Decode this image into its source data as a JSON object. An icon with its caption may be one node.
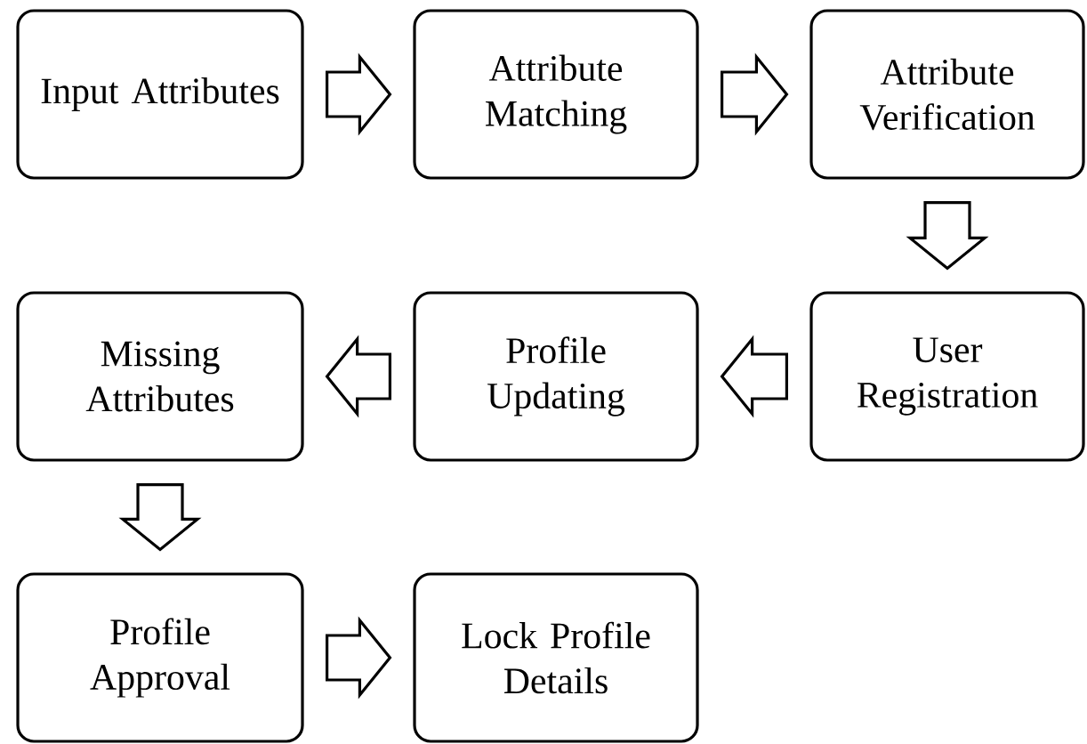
{
  "diagram": {
    "nodes": [
      {
        "text": [
          "Input Attributes"
        ]
      },
      {
        "text": [
          "Attribute Matching"
        ]
      },
      {
        "text": [
          "Attribute Verification"
        ]
      },
      {
        "text": [
          "Missing Attributes"
        ]
      },
      {
        "text": [
          "Profile Updating"
        ]
      },
      {
        "text": [
          "User Registration"
        ]
      },
      {
        "text": [
          "Profile Approval"
        ]
      },
      {
        "text": [
          "Lock Profile Details"
        ]
      }
    ],
    "edges": [
      {
        "from": 0,
        "to": 1,
        "arrow": "to"
      },
      {
        "from": 1,
        "to": 2,
        "arrow": "to"
      },
      {
        "from": 2,
        "to": 5,
        "arrow": "to"
      },
      {
        "from": 5,
        "to": 4,
        "arrow": "to"
      },
      {
        "from": 4,
        "to": 3,
        "arrow": "to"
      },
      {
        "from": 3,
        "to": 6,
        "arrow": "to"
      },
      {
        "from": 6,
        "to": 7,
        "arrow": "to"
      }
    ]
  }
}
